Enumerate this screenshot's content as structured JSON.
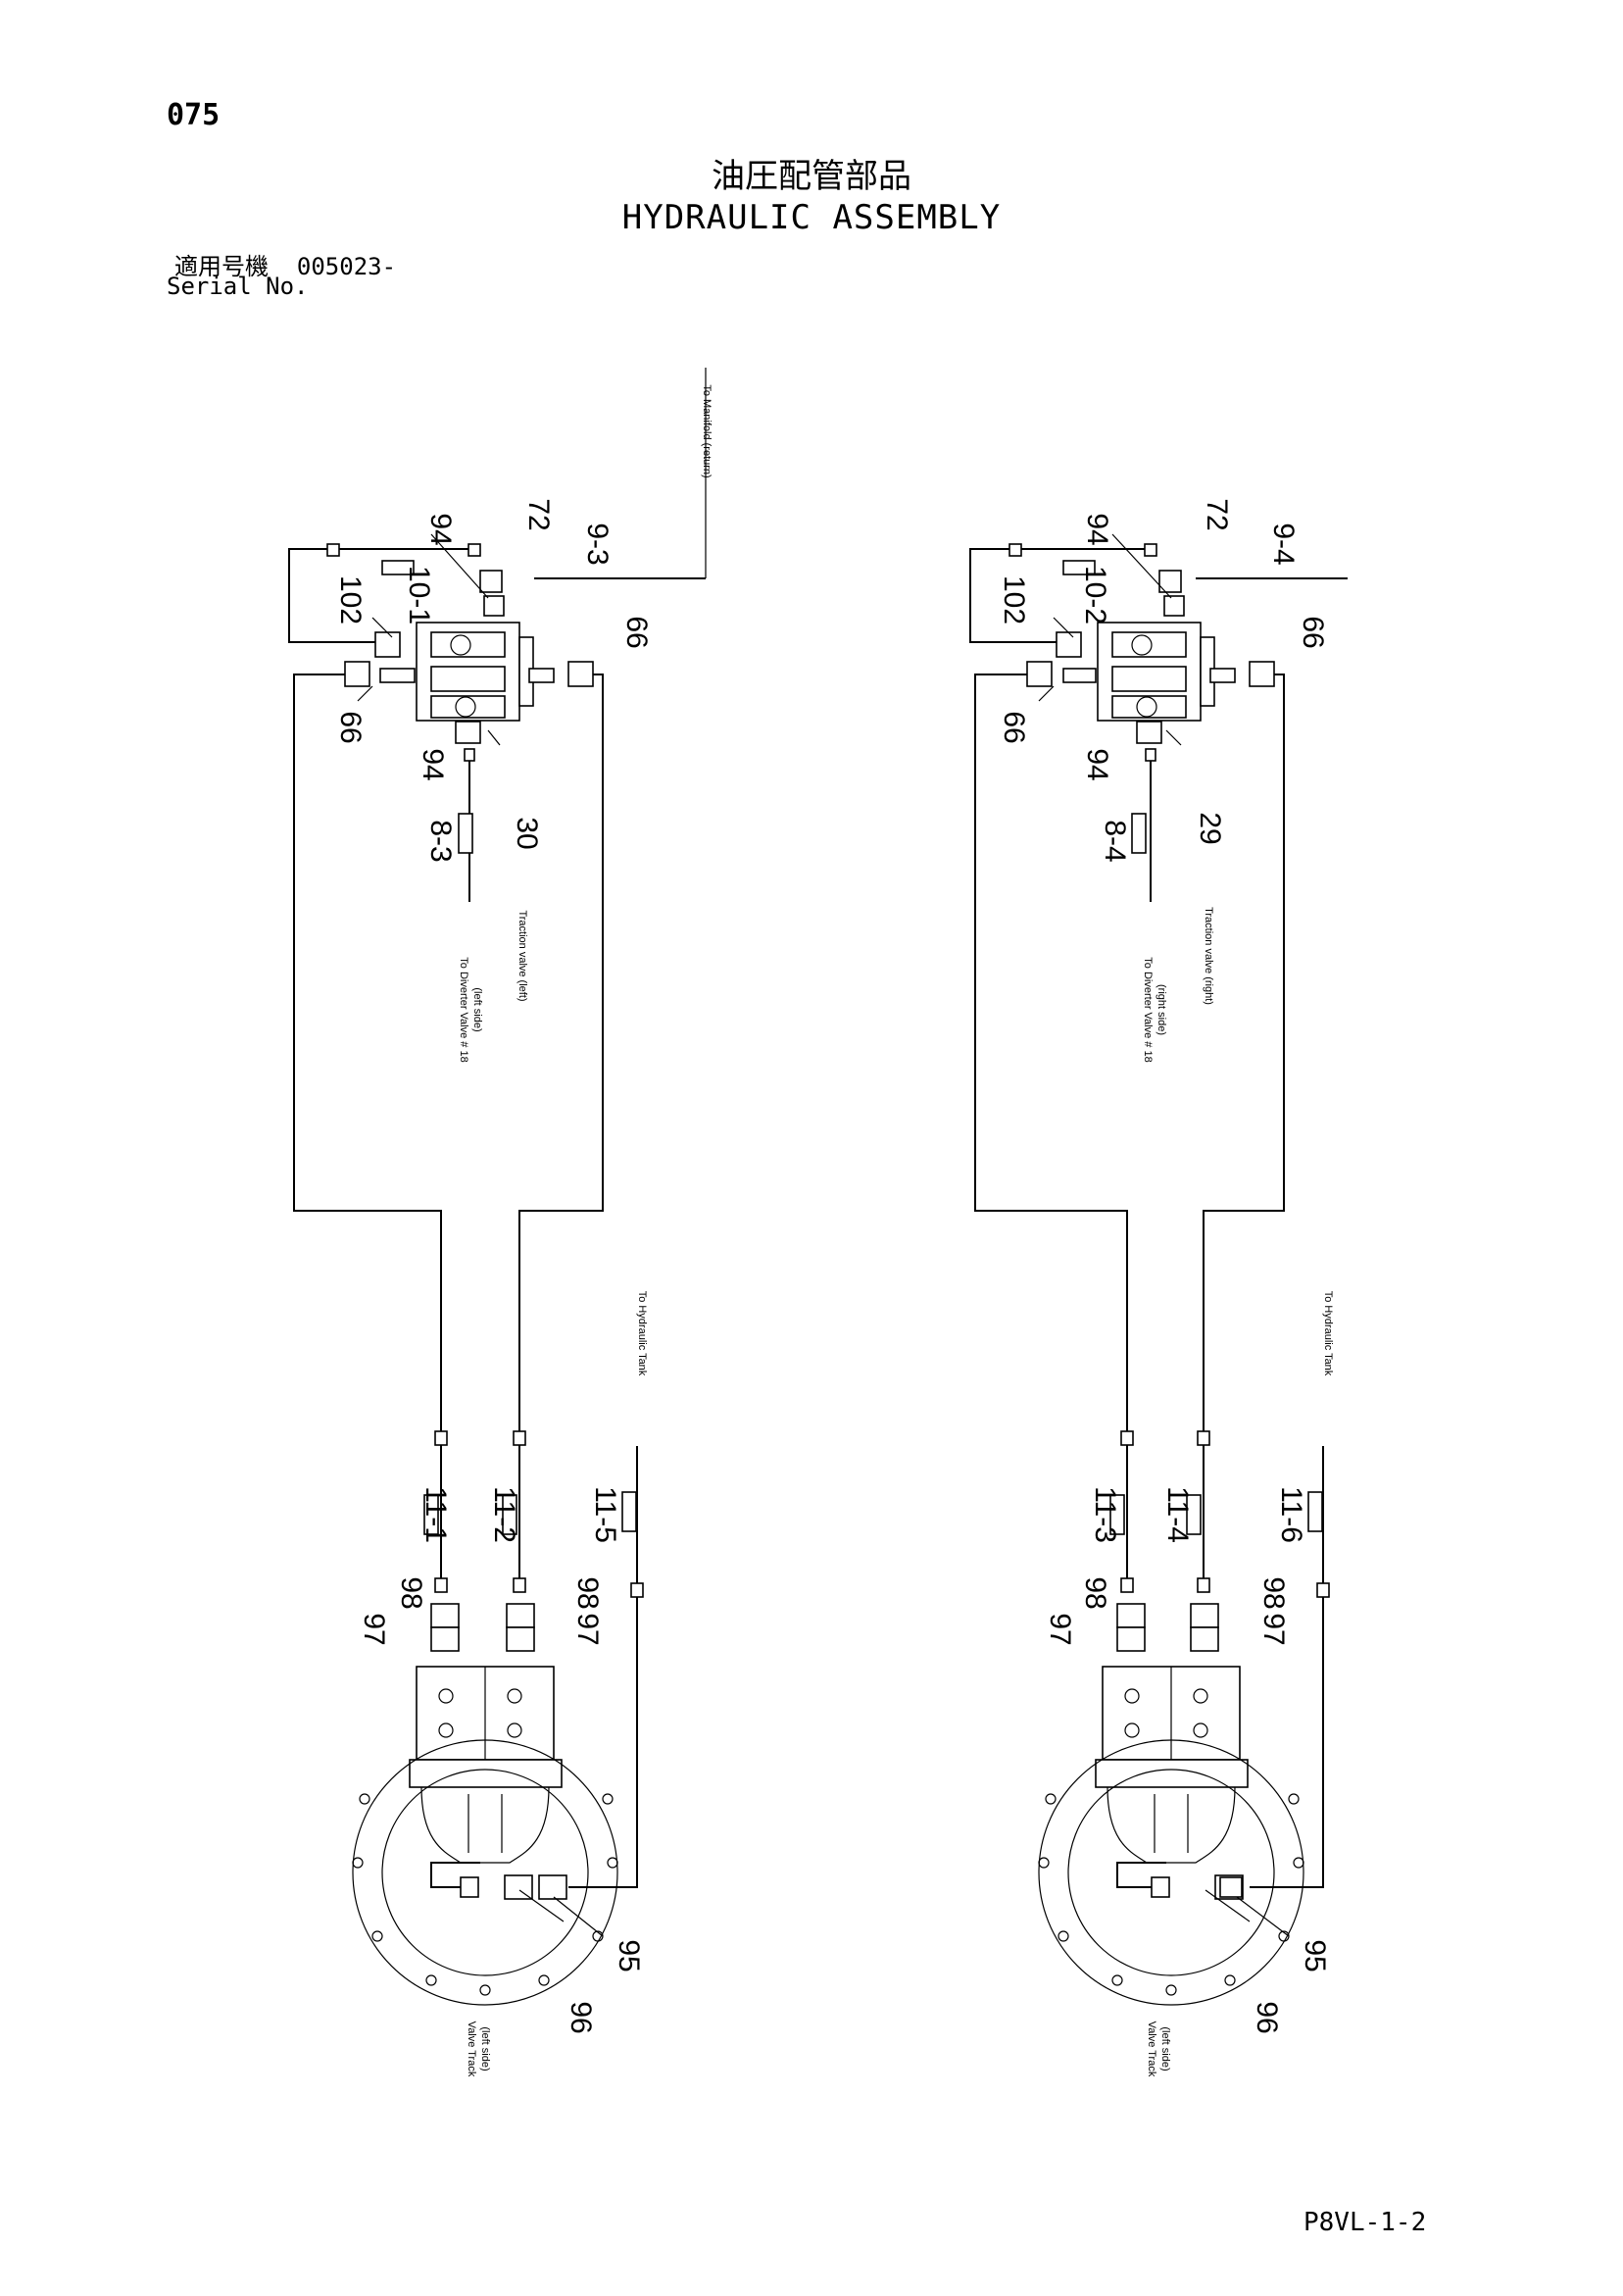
{
  "page_number": "075",
  "title_jp": "油圧配管部品",
  "title_en": "HYDRAULIC ASSEMBLY",
  "serial_label_jp": "適用号機",
  "serial_value": "005023-",
  "serial_label_en": "Serial No.",
  "footer_code": "P8VL-1-2",
  "left": {
    "num_94a": "94",
    "num_72": "72",
    "num_93": "9-3",
    "num_101": "10-1",
    "num_102": "102",
    "num_66a": "66",
    "num_66b": "66",
    "num_94b": "94",
    "num_83": "8-3",
    "num_30": "30",
    "note_return": "To Manifold (return)",
    "note_diverter": "To Diverter Valve # 18",
    "note_diverter2": "(left side)",
    "note_traction": "Traction valve (left)",
    "note_tank": "To Hydraulic Tank",
    "num_111": "11-1",
    "num_112": "11-2",
    "num_115": "11-5",
    "num_98a": "98",
    "num_97a": "97",
    "num_98b": "98",
    "num_97b": "97",
    "num_95": "95",
    "num_96": "96",
    "note_track": "Valve Track",
    "note_track2": "(left side)"
  },
  "right": {
    "num_94a": "94",
    "num_72": "72",
    "num_94c": "9-4",
    "num_102v": "10-2",
    "num_102": "102",
    "num_66a": "66",
    "num_66b": "66",
    "num_94b": "94",
    "num_84": "8-4",
    "num_29": "29",
    "note_diverter": "To Diverter Valve # 18",
    "note_diverter2": "(right side)",
    "note_traction": "Traction valve (right)",
    "note_tank": "To Hydraulic Tank",
    "num_113": "11-3",
    "num_114": "11-4",
    "num_116": "11-6",
    "num_98a": "98",
    "num_97a": "97",
    "num_98b": "98",
    "num_97b": "97",
    "num_95": "95",
    "num_96": "96",
    "note_track": "Valve Track",
    "note_track2": "(left side)"
  }
}
